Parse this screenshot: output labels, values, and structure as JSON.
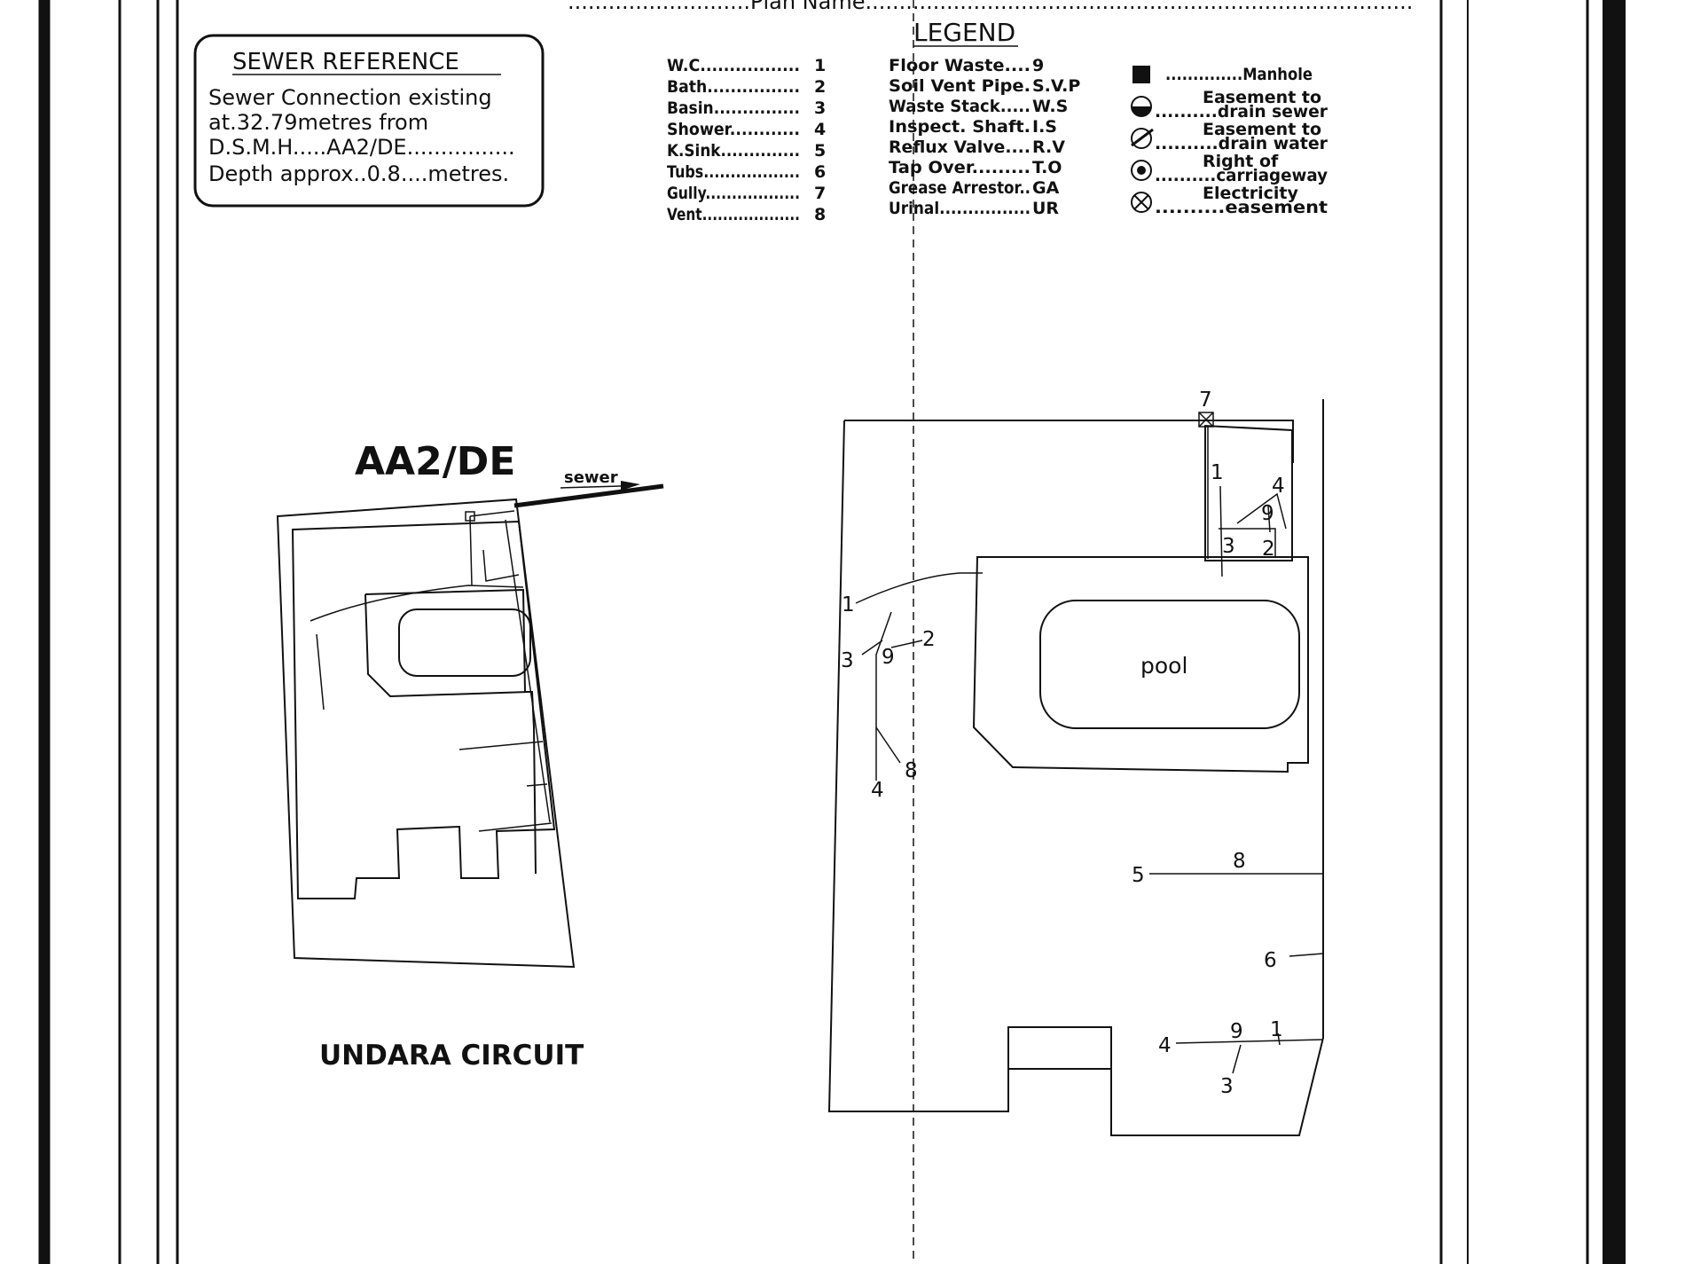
{
  "header": {
    "title_partial": "...........................Plan Name................................................................................."
  },
  "sewer_reference": {
    "title": "SEWER REFERENCE",
    "line1": "Sewer Connection existing",
    "line2_pre": "at.",
    "distance": "32.79",
    "line2_post": "metres from",
    "line3_pre": "D.S.M.H.....",
    "manhole_ref": "AA2/DE",
    "line3_post": "................",
    "line4_pre": "Depth approx..",
    "depth": "0.8",
    "line4_post": "....metres."
  },
  "legend": {
    "title": "LEGEND",
    "col1": [
      {
        "label": "W.C.................",
        "code": "1"
      },
      {
        "label": "Bath................",
        "code": "2"
      },
      {
        "label": "Basin...............",
        "code": "3"
      },
      {
        "label": "Shower............",
        "code": "4"
      },
      {
        "label": "K.Sink..............",
        "code": "5"
      },
      {
        "label": "Tubs..................",
        "code": "6"
      },
      {
        "label": "Gully..................",
        "code": "7"
      },
      {
        "label": "Vent...................",
        "code": "8"
      }
    ],
    "col2": [
      {
        "label": "Floor Waste....",
        "code": "9"
      },
      {
        "label": "Soil Vent Pipe.",
        "code": "S.V.P"
      },
      {
        "label": "Waste Stack.....",
        "code": "W.S"
      },
      {
        "label": "Inspect. Shaft.",
        "code": "I.S"
      },
      {
        "label": "Reflux Valve....",
        "code": "R.V"
      },
      {
        "label": "Tap Over.........",
        "code": "T.O"
      },
      {
        "label": "Grease Arrestor..",
        "code": "GA"
      },
      {
        "label": "Urinal................",
        "code": "UR"
      }
    ],
    "symbols": [
      {
        "icon": "manhole-icon",
        "line1": "..............Manhole",
        "line2": ""
      },
      {
        "icon": "drain-sewer-icon",
        "line1": "Easement to",
        "line2": "..........drain sewer"
      },
      {
        "icon": "drain-water-icon",
        "line1": "Easement to",
        "line2": "..........drain water"
      },
      {
        "icon": "carriageway-icon",
        "line1": "Right of",
        "line2": "..........carriageway"
      },
      {
        "icon": "electricity-icon",
        "line1": "Electricity",
        "line2": "..........easement"
      }
    ]
  },
  "left_plan": {
    "manhole_label": "AA2/DE",
    "sewer_label": "sewer",
    "street": "UNDARA CIRCUIT"
  },
  "right_plan": {
    "pool": "pool",
    "labels": {
      "top_gully": "7",
      "top_wc": "1",
      "top_shower": "4",
      "top_floor": "9",
      "top_basin": "3",
      "top_bath": "2",
      "left_wc": "1",
      "left_bath": "2",
      "left_basin": "3",
      "left_floor": "9",
      "left_vent": "8",
      "left_shower": "4",
      "ksink": "5",
      "mid_vent": "8",
      "tubs": "6",
      "bot_shower": "4",
      "bot_floor": "9",
      "bot_wc": "1",
      "bot_basin": "3"
    }
  }
}
